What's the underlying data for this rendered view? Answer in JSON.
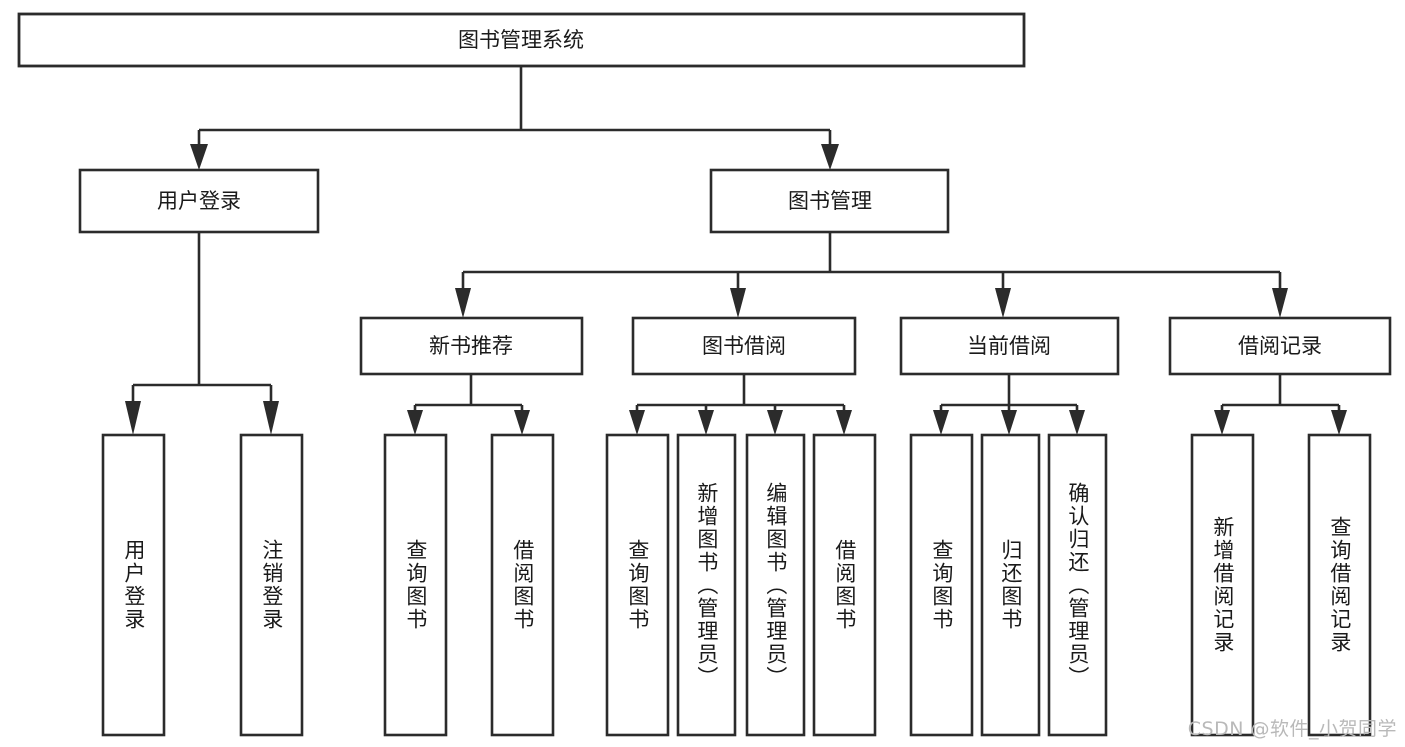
{
  "diagram": {
    "title": "图书管理系统",
    "watermark": "CSDN @软件_小贺同学",
    "style": {
      "stroke": "#2b2b2b",
      "fill": "#ffffff",
      "text": "#1a1a1a",
      "watermark_color": "#b9b9b9"
    },
    "root": {
      "label": "图书管理系统"
    },
    "level2": [
      {
        "label": "用户登录"
      },
      {
        "label": "图书管理"
      }
    ],
    "level3": [
      {
        "label": "新书推荐"
      },
      {
        "label": "图书借阅"
      },
      {
        "label": "当前借阅"
      },
      {
        "label": "借阅记录"
      }
    ],
    "leaves": {
      "user_login": [
        {
          "label": "用户登录"
        },
        {
          "label": "注销登录"
        }
      ],
      "new_book_recommend": [
        {
          "label": "查询图书"
        },
        {
          "label": "借阅图书"
        }
      ],
      "book_borrow": [
        {
          "label": "查询图书"
        },
        {
          "label": "新增图书（管理员）"
        },
        {
          "label": "编辑图书（管理员）"
        },
        {
          "label": "借阅图书"
        }
      ],
      "current_borrow": [
        {
          "label": "查询图书"
        },
        {
          "label": "归还图书"
        },
        {
          "label": "确认归还（管理员）"
        }
      ],
      "borrow_record": [
        {
          "label": "新增借阅记录"
        },
        {
          "label": "查询借阅记录"
        }
      ]
    }
  }
}
